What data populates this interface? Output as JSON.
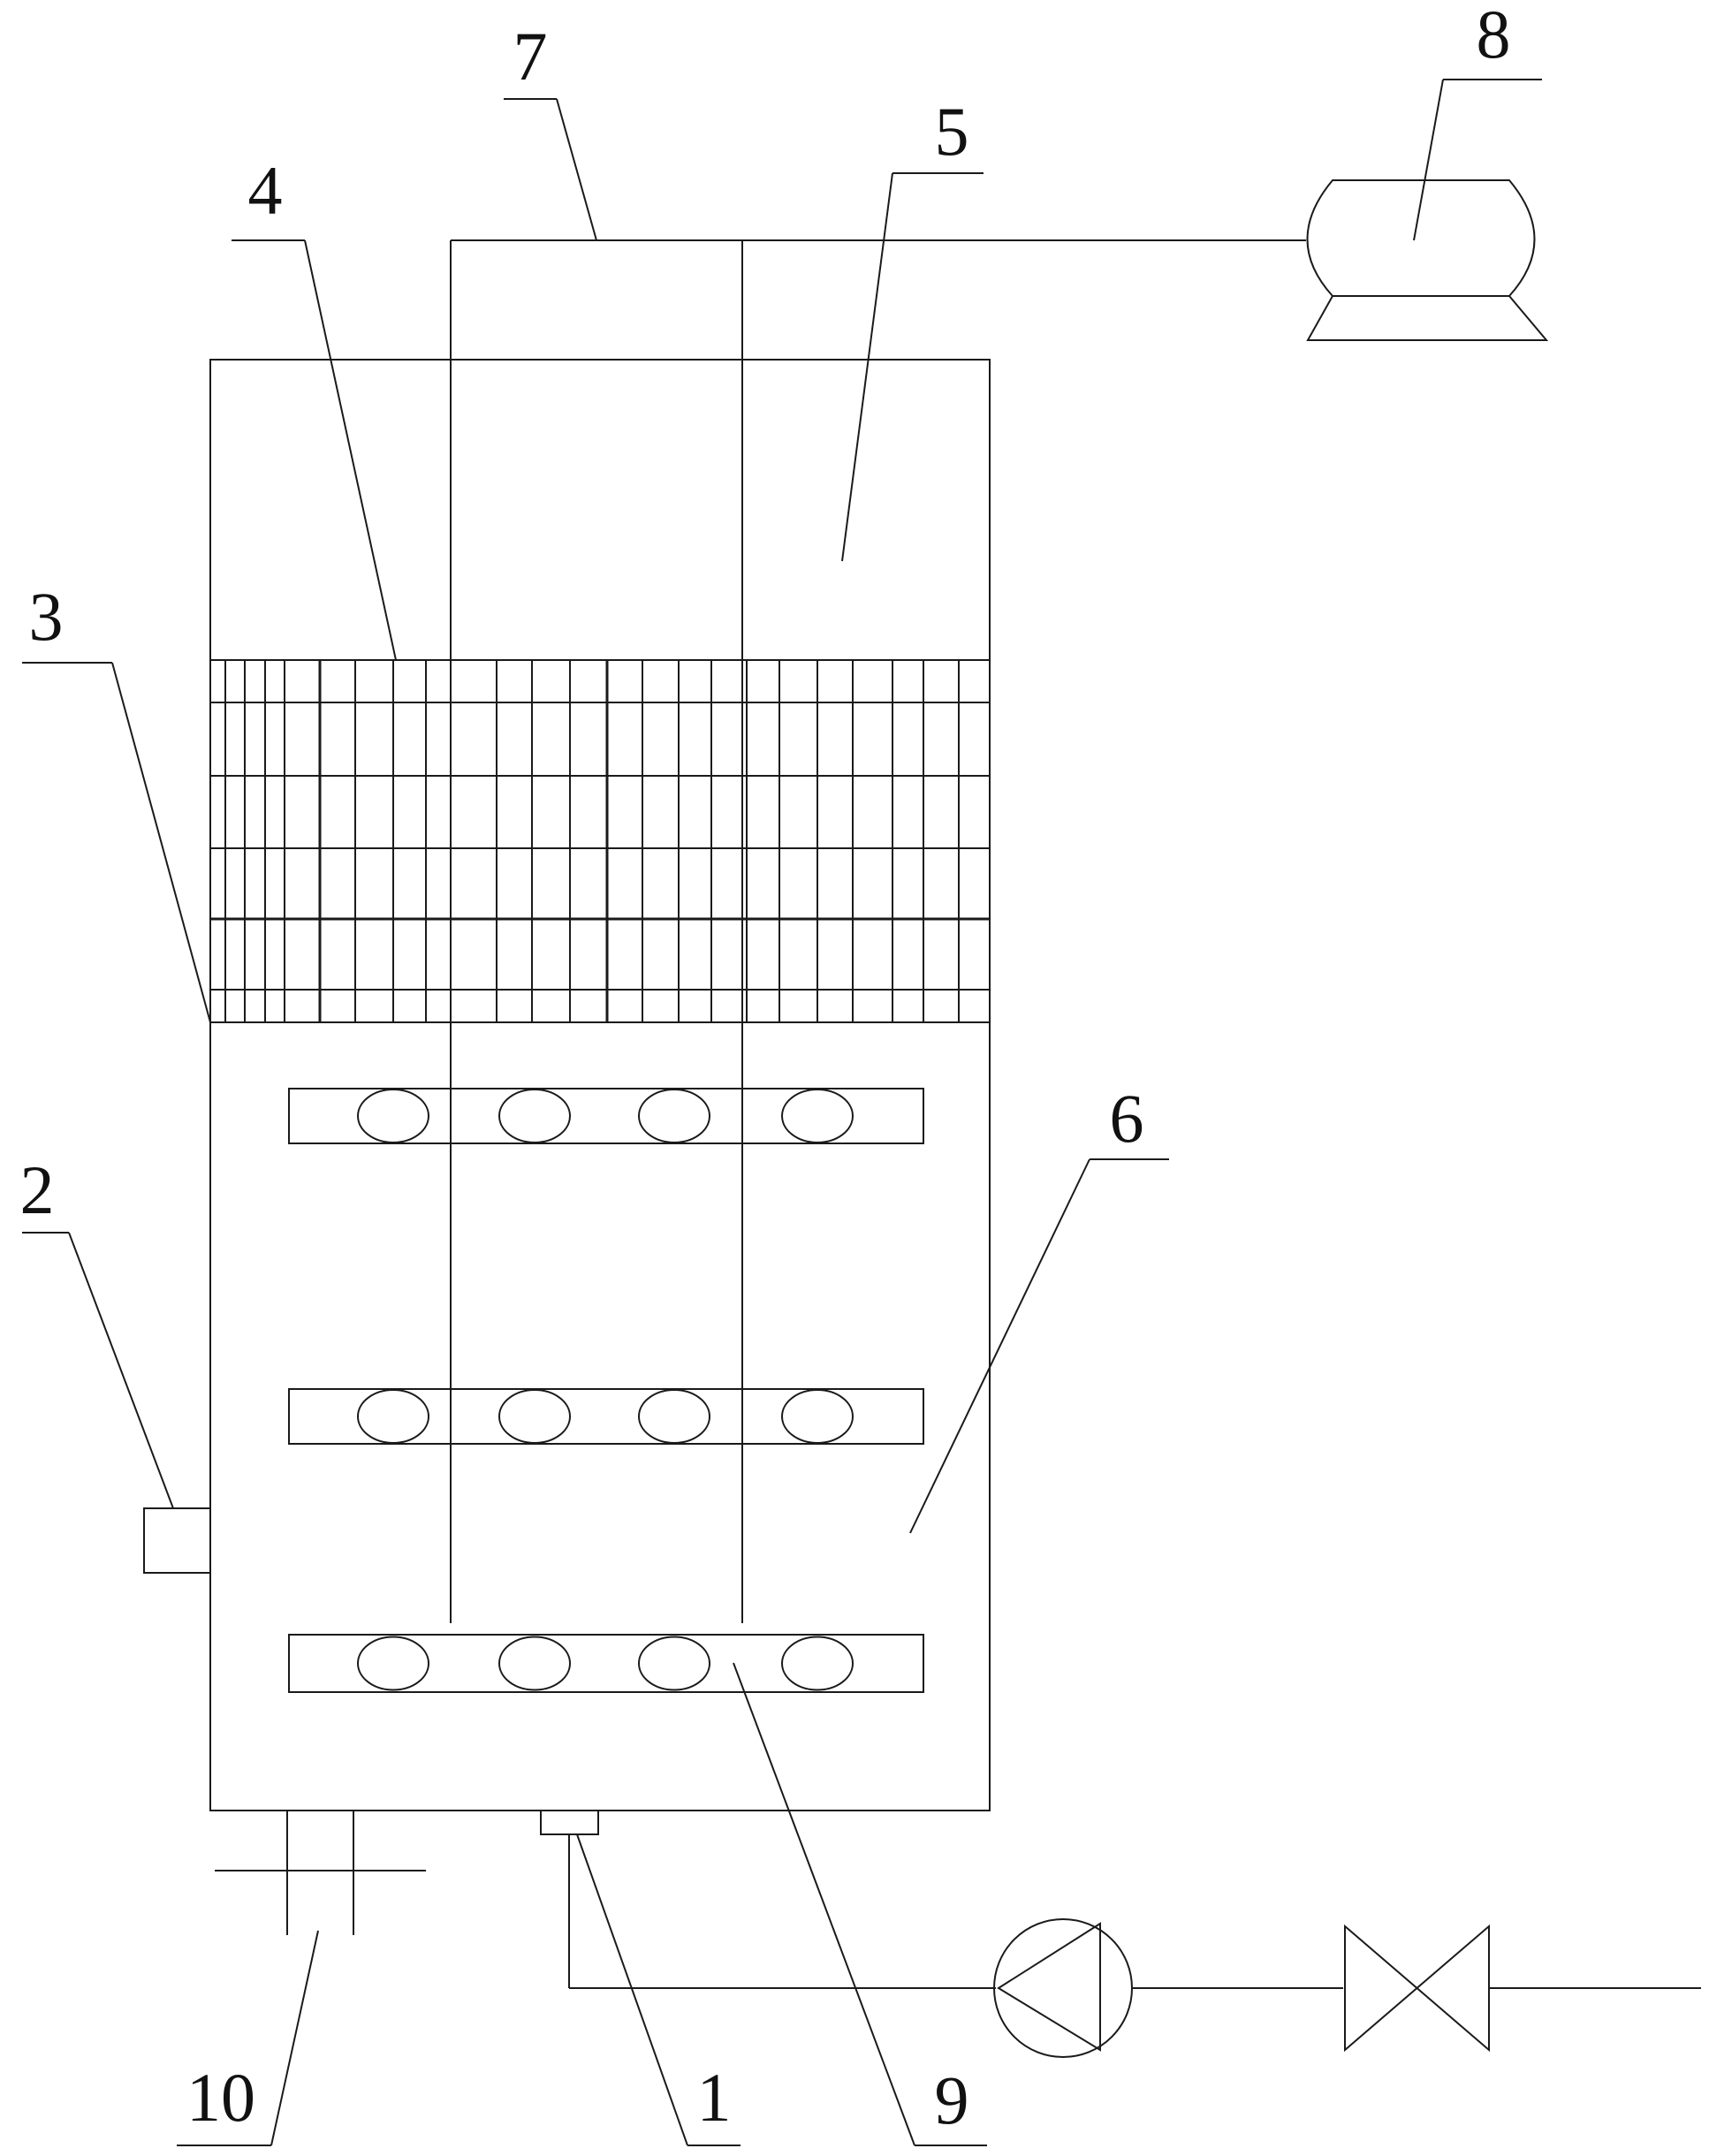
{
  "labels": {
    "l1": "1",
    "l2": "2",
    "l3": "3",
    "l4": "4",
    "l5": "5",
    "l6": "6",
    "l7": "7",
    "l8": "8",
    "l9": "9",
    "l10": "10"
  },
  "aerator_rows": 3,
  "aerators_per_row": 4
}
